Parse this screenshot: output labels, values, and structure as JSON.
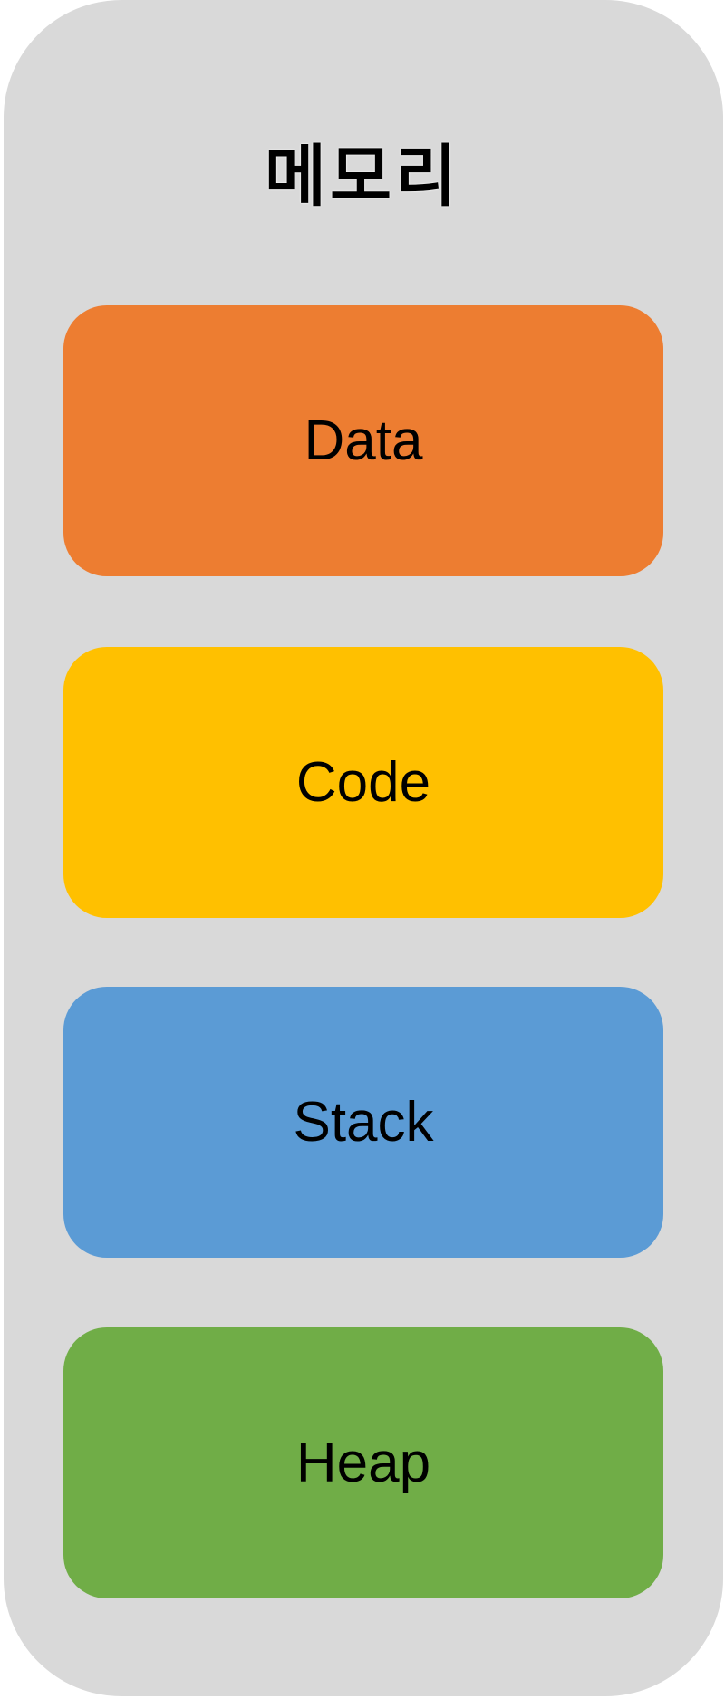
{
  "diagram": {
    "title": "메모리",
    "container_color": "#D9D9D9",
    "segments": [
      {
        "label": "Data",
        "color": "#ED7D31"
      },
      {
        "label": "Code",
        "color": "#FFC000"
      },
      {
        "label": "Stack",
        "color": "#5B9BD5"
      },
      {
        "label": "Heap",
        "color": "#70AD47"
      }
    ]
  }
}
